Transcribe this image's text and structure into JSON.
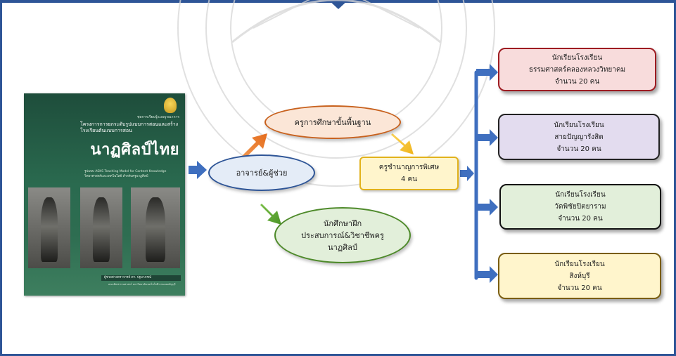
{
  "book_cover": {
    "subtitle_small": "ชุดการเรียนรู้แบบบูรณาการ",
    "subtitle": "โครงการการยกระดับรูปแบบการสอนและสร้างโรงเรียนต้นแบบการสอน",
    "title": "นาฏศิลป์ไทย",
    "description": "รูปแบบ ASKS Teaching Model for Content Knowledge วิทยาศาสตร์และเทคโนโลยี สำหรับครูนาฏศิลป์",
    "author": "ผู้ช่วยศาสตราจารย์ ดร. ปฐมาภรณ์",
    "credits": "คณะศิลปกรรมศาสตร์ มหาวิทยาลัยเทคโนโลยีราชมงคลธัญบุรี"
  },
  "diagram": {
    "lecturer": "อาจารย์&ผู้ช่วย",
    "basic_teacher": "ครูการศึกษาขั้นพื้นฐาน",
    "student_teacher_lines": [
      "นักศึกษาฝึก",
      "ประสบการณ์&วิชาชีพครู",
      "นาฏศิลป์"
    ],
    "expert_teacher_lines": [
      "ครูชำนาญการพิเศษ",
      "4 คน"
    ],
    "schools": [
      {
        "lines": [
          "นักเรียนโรงเรียน",
          "ธรรมศาสตร์คลองหลวงวิทยาคม",
          "จำนวน 20 คน"
        ]
      },
      {
        "lines": [
          "นักเรียนโรงเรียน",
          "สายปัญญารังสิต",
          "จำนวน 20 คน"
        ]
      },
      {
        "lines": [
          "นักเรียนโรงเรียน",
          "วัดพิชัยปิตยาราม",
          "จำนวน 20 คน"
        ]
      },
      {
        "lines": [
          "นักเรียนโรงเรียน",
          "สิงห์บุรี",
          "จำนวน 20 คน"
        ]
      }
    ]
  },
  "colors": {
    "frame": "#2e5597",
    "arrow_blue": "#3f6fbf",
    "arrow_orange": "#ec7d31",
    "arrow_yellow": "#f5c02a",
    "arrow_green": "#5aa332"
  }
}
